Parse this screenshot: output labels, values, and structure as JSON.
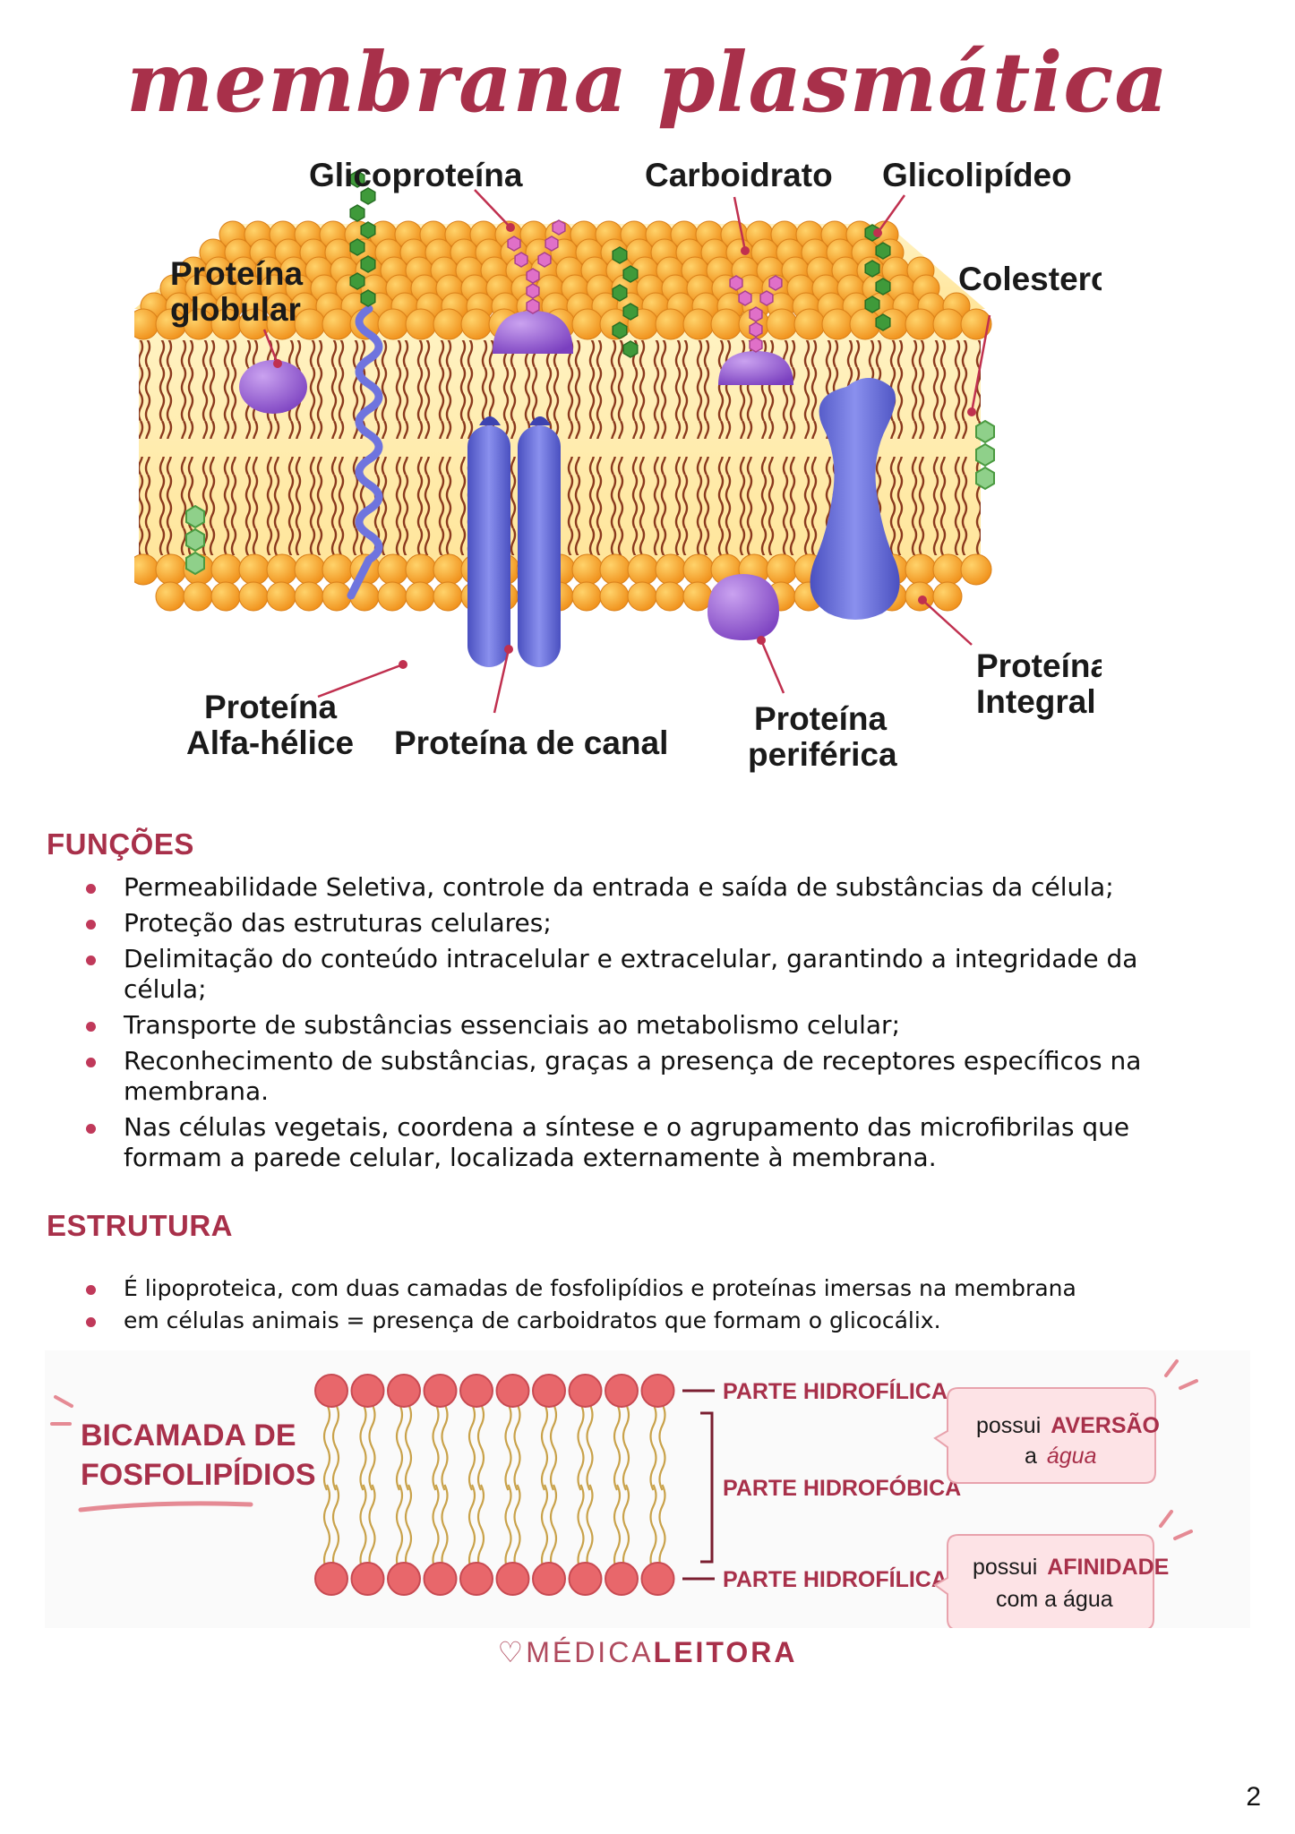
{
  "title": "membrana plasmática",
  "diagram": {
    "labels": {
      "glicoproteina": "Glicoproteína",
      "carboidrato": "Carboidrato",
      "glicolipideo": "Glicolipídeo",
      "proteina_globular_1": "Proteína",
      "proteina_globular_2": "globular",
      "colesterol": "Colesterol",
      "alfa_helice_1": "Proteína",
      "alfa_helice_2": "Alfa-hélice",
      "proteina_canal": "Proteína de canal",
      "periferica_1": "Proteína",
      "periferica_2": "periférica",
      "integral_1": "Proteína",
      "integral_2": "Integral"
    },
    "colors": {
      "phospholipid_head": "#f5a623",
      "protein": "#6a70d8",
      "globular": "#9a5fd0",
      "carbohydrate": "#e070c8",
      "glycolipid_chain": "#3f9a3a",
      "accent": "#a8304a"
    }
  },
  "funcoes": {
    "heading": "FUNÇÕES",
    "items": [
      "Permeabilidade Seletiva, controle da entrada e saída de substâncias da célula;",
      "Proteção das estruturas celulares;",
      "Delimitação do conteúdo intracelular e extracelular, garantindo a integridade da célula;",
      "Transporte de substâncias essenciais ao metabolismo celular;",
      "Reconhecimento de substâncias, graças a presença de receptores específicos na membrana.",
      "Nas células vegetais, coordena a síntese e o agrupamento das microfibrilas que formam a parede celular, localizada externamente à membrana."
    ]
  },
  "estrutura": {
    "heading": "ESTRUTURA",
    "items": [
      "É lipoproteica, com duas camadas de fosfolipídios e proteínas imersas na membrana",
      "em células animais = presença de carboidratos que formam o glicocálix."
    ]
  },
  "bicamada": {
    "title_1": "BICAMADA DE",
    "title_2": "FOSFOLIPÍDIOS",
    "part_top": "PARTE HIDROFÍLICA",
    "part_middle": "PARTE HIDROFÓBICA",
    "part_bottom": "PARTE HIDROFÍLICA",
    "bubble1_a": "possui",
    "bubble1_b": "AVERSÃO",
    "bubble1_c": "a",
    "bubble1_d": "água",
    "bubble2_a": "possui",
    "bubble2_b": "AFINIDADE",
    "bubble2_c": "com a água",
    "head_color": "#e8676b"
  },
  "brand": {
    "prefix": "MÉDICA",
    "suffix": "LEITORA"
  },
  "page_number": "2"
}
